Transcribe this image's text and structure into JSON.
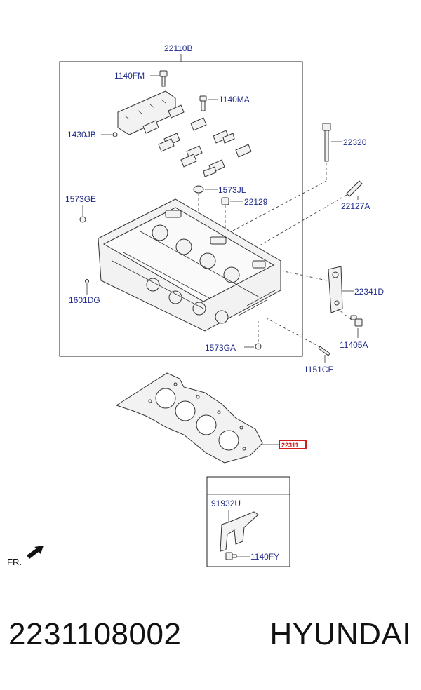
{
  "diagram": {
    "labels": {
      "l22110B": "22110B",
      "l1140FM": "1140FM",
      "l1140MA": "1140MA",
      "l1430JB": "1430JB",
      "l22320": "22320",
      "l1573JL": "1573JL",
      "l22129": "22129",
      "l1573GE": "1573GE",
      "l22127A": "22127A",
      "l22341D": "22341D",
      "l1601DG": "1601DG",
      "l11405A": "11405A",
      "l1573GA": "1573GA",
      "l1151CE": "1151CE",
      "l22311": "22311",
      "l91932U": "91932U",
      "l1140FY": "1140FY"
    },
    "front_marker": "FR.",
    "highlight_color": "#d21a1a",
    "label_color": "#1f2a8a"
  },
  "footer": {
    "part_number": "2231108002",
    "brand": "HYUNDAI"
  }
}
